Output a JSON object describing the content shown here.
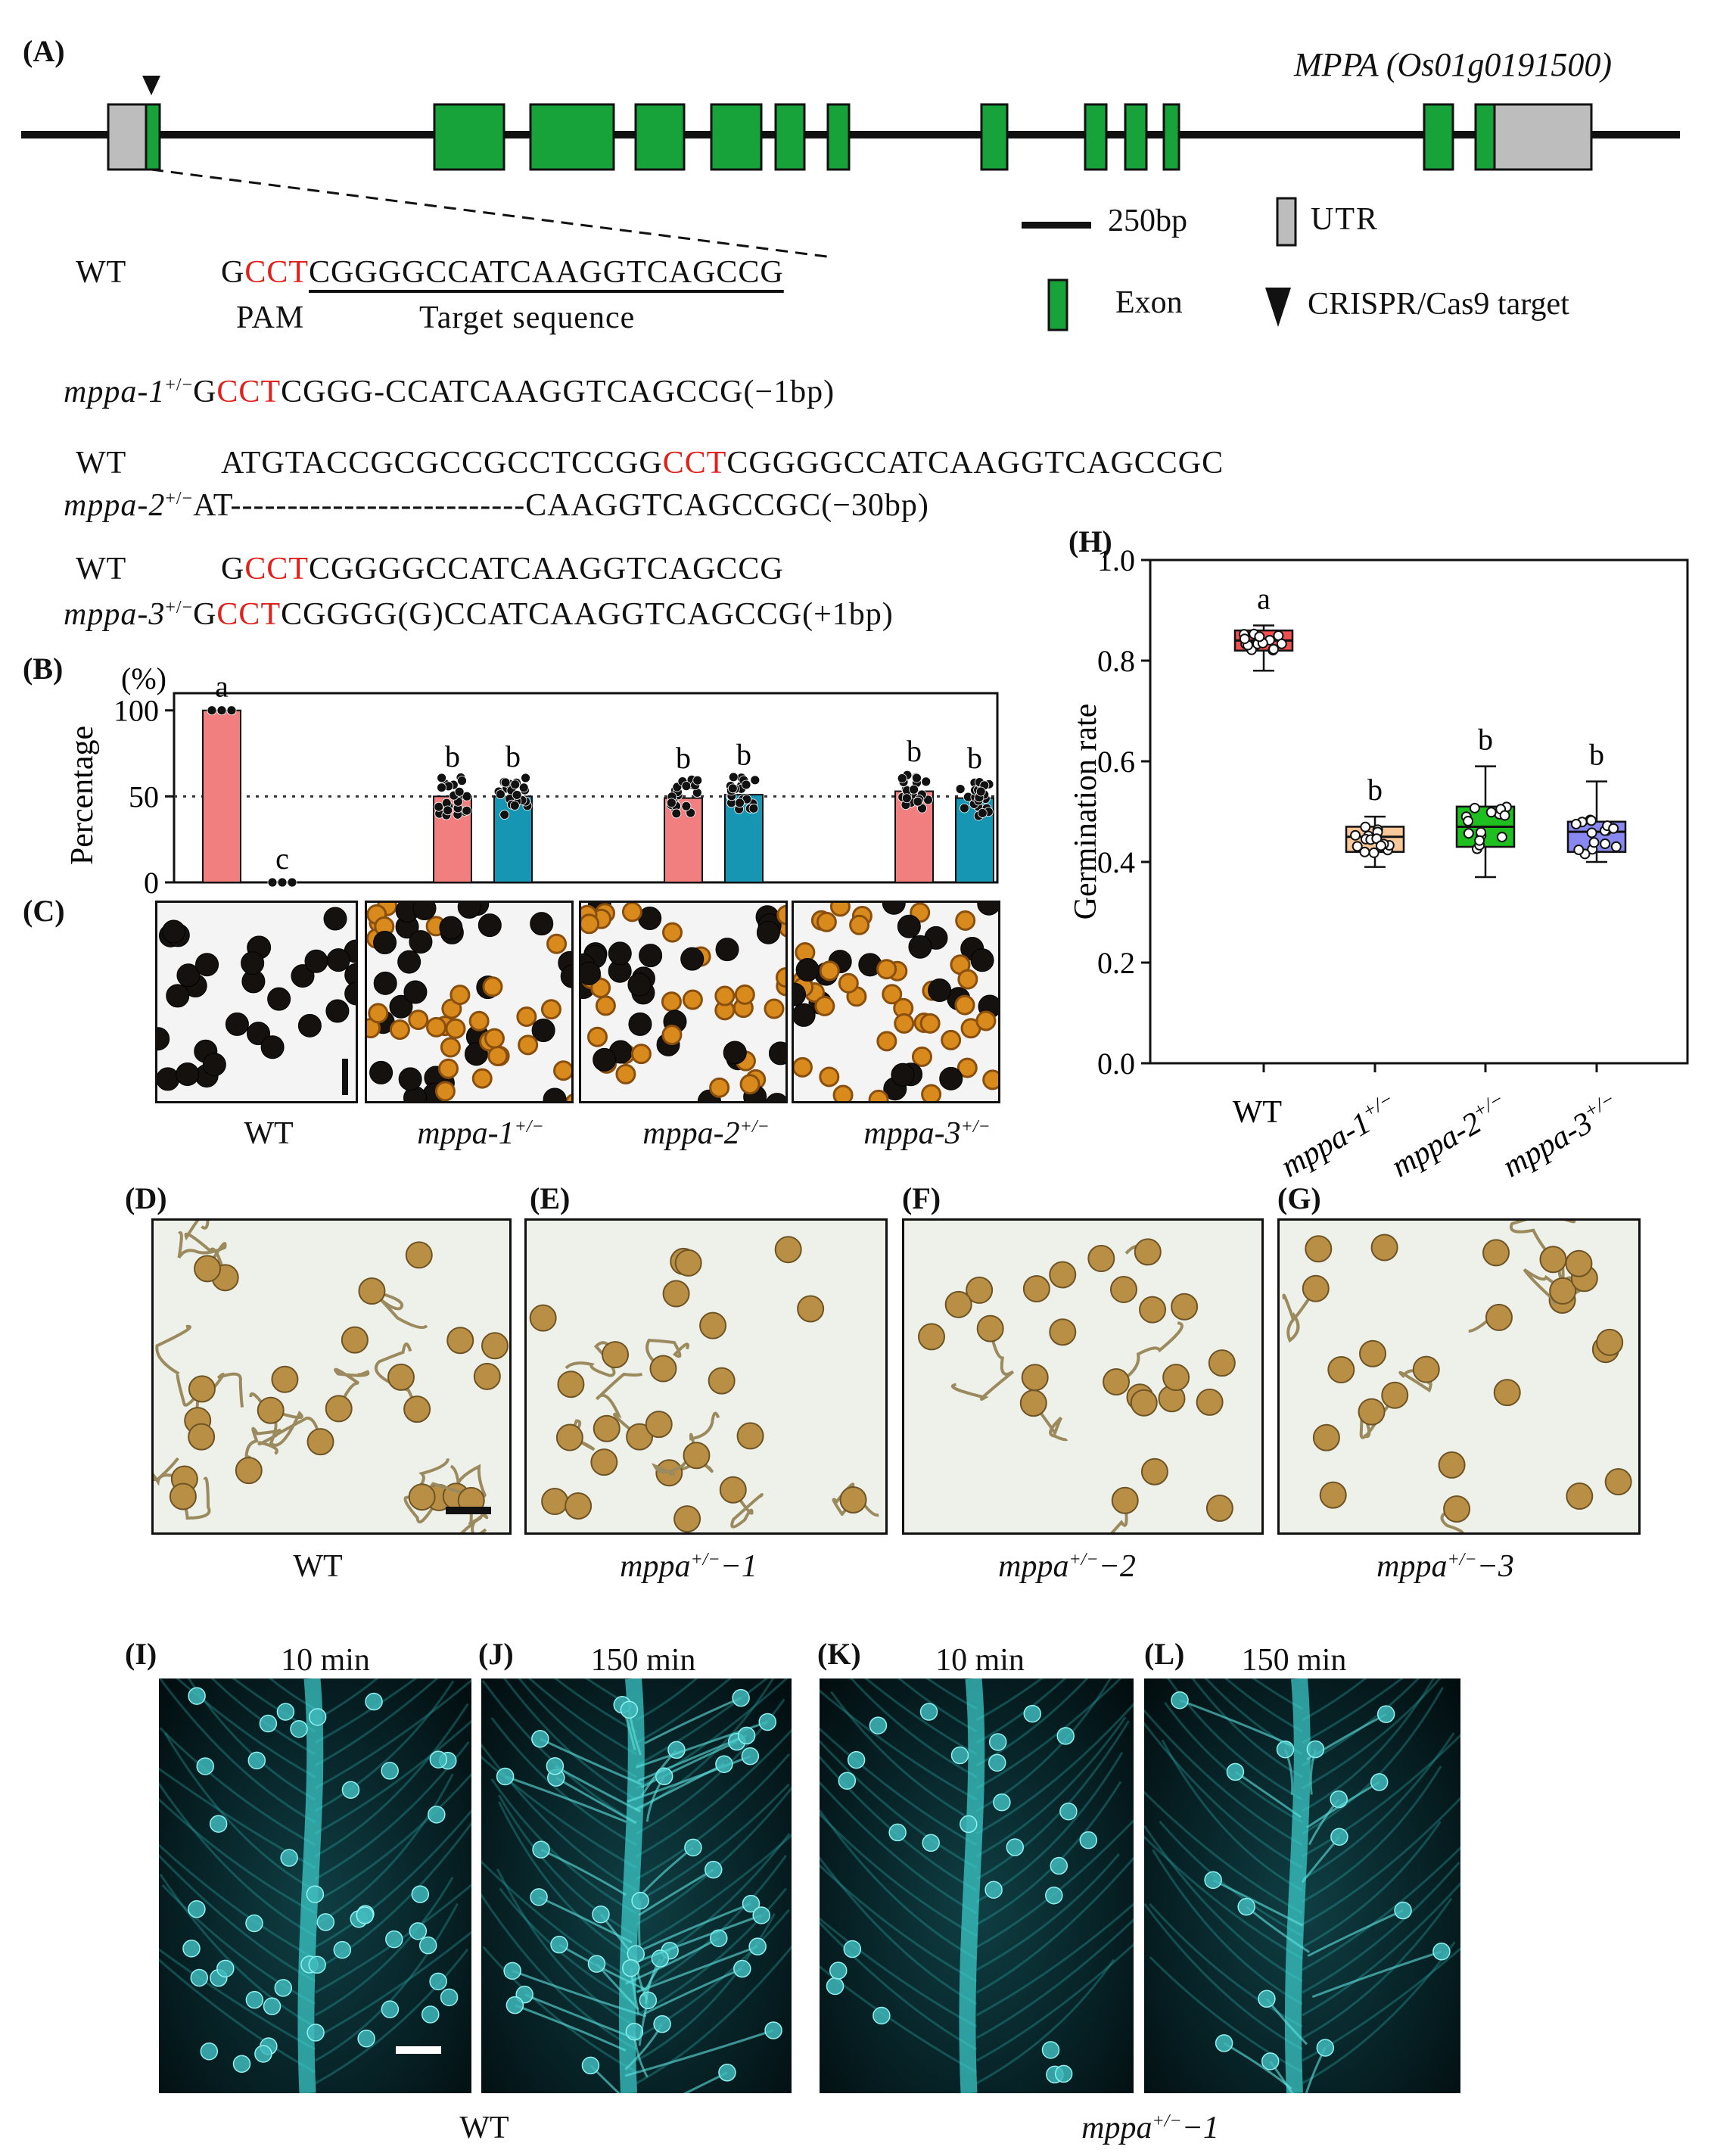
{
  "panel_labels": {
    "A": "(A)",
    "B": "(B)",
    "C": "(C)",
    "D": "(D)",
    "E": "(E)",
    "F": "(F)",
    "G": "(G)",
    "H": "(H)",
    "I": "(I)",
    "J": "(J)",
    "K": "(K)",
    "L": "(L)"
  },
  "gene_model": {
    "gene_name": "MPPA (Os01g0191500)",
    "legend": {
      "scale": "250bp",
      "utr": "UTR",
      "exon": "Exon",
      "target": "CRISPR/Cas9 target"
    },
    "colors": {
      "exon": "#17a33a",
      "utr": "#bdbdbd",
      "pam": "#e0201b"
    }
  },
  "sequences": {
    "wt_label": "WT",
    "pam_label": "PAM",
    "target_label": "Target sequence",
    "wt1": {
      "pre": "G",
      "pam": "CCT",
      "target": "CGGGGCCATCAAGGTCAGCCG"
    },
    "m1": {
      "name": "mppa-1",
      "sup": "+/−",
      "pre": "G",
      "pam": "CCT",
      "rest": "CGGG-CCATCAAGGTCAGCCG(−1bp)"
    },
    "wt2": {
      "pre": "ATGTACCGCGCCGCCTCCGG",
      "pam": "CCT",
      "rest": "CGGGGCCATCAAGGTCAGCCGC"
    },
    "m2": {
      "name": "mppa-2",
      "sup": "+/−",
      "rest": "AT--------------------------CAAGGTCAGCCGC(−30bp)"
    },
    "wt3": {
      "pre": "G",
      "pam": "CCT",
      "rest": "CGGGGCCATCAAGGTCAGCCG"
    },
    "m3": {
      "name": "mppa-3",
      "sup": "+/−",
      "pre": "G",
      "pam": "CCT",
      "rest": "CGGGG(G)CCATCAAGGTCAGCCG(+1bp)"
    }
  },
  "chart_data": [
    {
      "panel": "B",
      "type": "bar",
      "ylabel": "Percentage",
      "yunit": "(%)",
      "ylim": [
        0,
        110
      ],
      "yticks": [
        0,
        50,
        100
      ],
      "reference_line": 50,
      "series_colors": [
        "#f27f7f",
        "#1796b3"
      ],
      "groups": [
        {
          "values": [
            100,
            0
          ],
          "letters": [
            "a",
            "c"
          ]
        },
        {
          "values": [
            50,
            50
          ],
          "letters": [
            "b",
            "b"
          ]
        },
        {
          "values": [
            49,
            51
          ],
          "letters": [
            "b",
            "b"
          ]
        },
        {
          "values": [
            53,
            49
          ],
          "letters": [
            "b",
            "b"
          ]
        }
      ]
    },
    {
      "panel": "H",
      "type": "box",
      "ylabel": "Germination rate",
      "ylim": [
        0.0,
        1.0
      ],
      "yticks": [
        "0.0",
        "0.2",
        "0.4",
        "0.6",
        "0.8",
        "1.0"
      ],
      "categories": [
        "WT",
        "mppa-1",
        "mppa-2",
        "mppa-3"
      ],
      "category_sups": [
        "",
        "+/−",
        "+/−",
        "+/−"
      ],
      "colors": [
        "#f25050",
        "#f8c79a",
        "#1fbf1f",
        "#8888f0"
      ],
      "letters": [
        "a",
        "b",
        "b",
        "b"
      ],
      "boxes": [
        {
          "min": 0.78,
          "q1": 0.82,
          "median": 0.84,
          "q3": 0.86,
          "max": 0.87
        },
        {
          "min": 0.39,
          "q1": 0.42,
          "median": 0.45,
          "q3": 0.47,
          "max": 0.49
        },
        {
          "min": 0.37,
          "q1": 0.43,
          "median": 0.47,
          "q3": 0.51,
          "max": 0.59
        },
        {
          "min": 0.4,
          "q1": 0.42,
          "median": 0.46,
          "q3": 0.48,
          "max": 0.56
        }
      ]
    }
  ],
  "captions_c": [
    {
      "name": "WT",
      "sup": ""
    },
    {
      "name": "mppa-1",
      "sup": "+/−"
    },
    {
      "name": "mppa-2",
      "sup": "+/−"
    },
    {
      "name": "mppa-3",
      "sup": "+/−"
    }
  ],
  "captions_dg": [
    {
      "text": "WT",
      "ital": false
    },
    {
      "pre": "mppa",
      "sup": "+/−",
      "post": "−1"
    },
    {
      "pre": "mppa",
      "sup": "+/−",
      "post": "−2"
    },
    {
      "pre": "mppa",
      "sup": "+/−",
      "post": "−3"
    }
  ],
  "time_labels": {
    "I": "10 min",
    "J": "150 min",
    "K": "10 min",
    "L": "150 min"
  },
  "bottom_captions": {
    "wt": "WT",
    "mut_pre": "mppa",
    "mut_sup": "+/−",
    "mut_post": "−1"
  }
}
